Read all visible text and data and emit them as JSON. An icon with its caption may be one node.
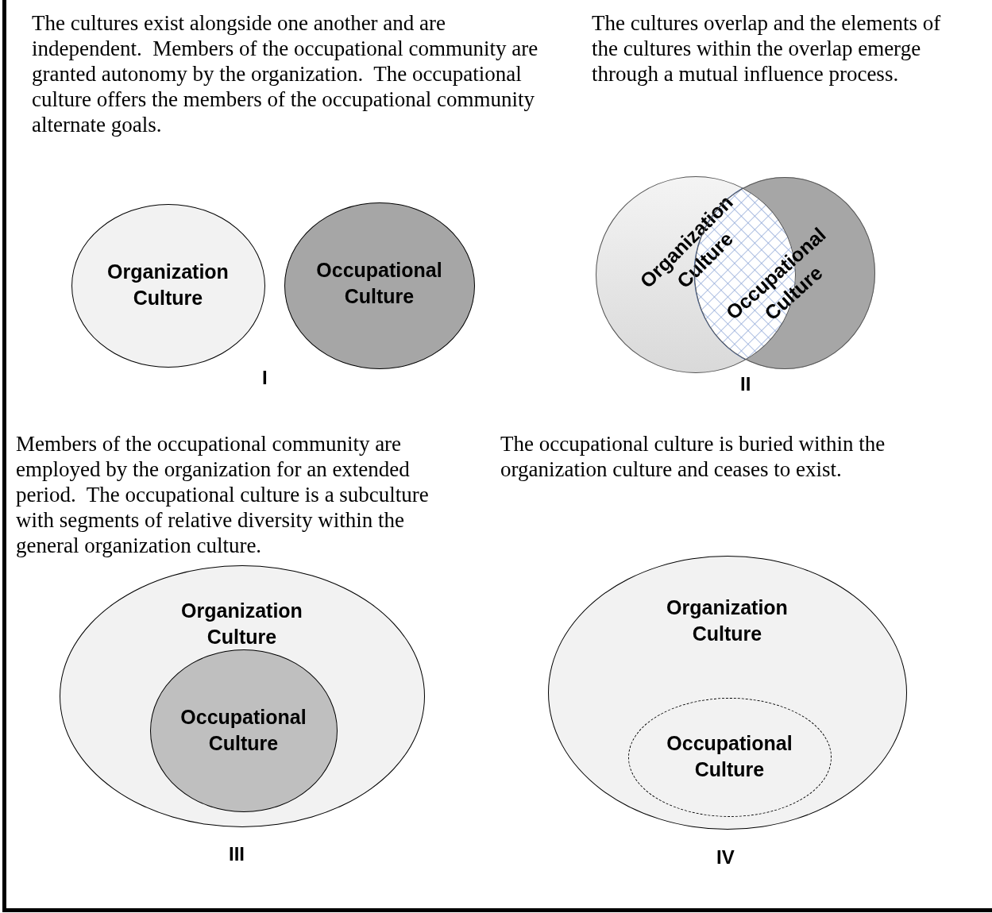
{
  "diagram": {
    "nodes": [
      {
        "text": [
          "Organization Culture"
        ]
      },
      {
        "text": [
          "Occupational Culture"
        ]
      },
      {
        "text": [
          "Organization Culture"
        ]
      },
      {
        "text": [
          "Occupational Culture"
        ]
      },
      {
        "text": [
          "Organization Culture"
        ]
      },
      {
        "text": [
          "Occupational Culture"
        ],
        "in": 4
      },
      {
        "text": [
          "Organization Culture"
        ]
      },
      {
        "text": [
          "Occupational Culture"
        ],
        "in": 6
      }
    ],
    "edges": [],
    "labels": [
      "The cultures exist alongside one another and are independent.  Members of the occupational community are granted autonomy by the organization.  The occupational culture offers the members of the occupational community alternate goals.",
      "The cultures overlap and the elements of the cultures within the overlap emerge through a mutual influence process.",
      "I",
      "II",
      "Members of the occupational community are employed by the organization for an extended period.  The occupational culture is a subculture with segments of relative diversity within the general organization culture.",
      "The occupational culture is buried within the organization culture and ceases to exist.",
      "III",
      "IV"
    ]
  }
}
